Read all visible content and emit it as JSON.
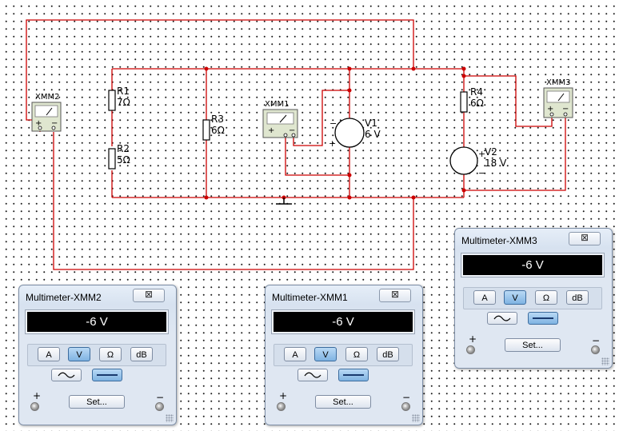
{
  "schematic": {
    "components": {
      "r1": {
        "name": "R1",
        "value": "7Ω"
      },
      "r2": {
        "name": "R2",
        "value": "5Ω"
      },
      "r3": {
        "name": "R3",
        "value": "6Ω"
      },
      "r4": {
        "name": "R4",
        "value": "6Ω"
      },
      "v1": {
        "name": "V1",
        "value": "6 V"
      },
      "v2": {
        "name": "V2",
        "value": "18 V"
      }
    },
    "meters": {
      "xmm1": "XMM1",
      "xmm2": "XMM2",
      "xmm3": "XMM3"
    },
    "wire_color": "#cc0000"
  },
  "panels": [
    {
      "id": "xmm2",
      "title": "Multimeter-XMM2",
      "display": "-6 V",
      "active_mode": "V",
      "active_wave": "dc"
    },
    {
      "id": "xmm1",
      "title": "Multimeter-XMM1",
      "display": "-6 V",
      "active_mode": "V",
      "active_wave": "dc"
    },
    {
      "id": "xmm3",
      "title": "Multimeter-XMM3",
      "display": "-6 V",
      "active_mode": "V",
      "active_wave": "dc"
    }
  ],
  "panel_common": {
    "close_glyph": "⊠",
    "modes": [
      "A",
      "V",
      "Ω",
      "dB"
    ],
    "set_label": "Set...",
    "plus_sign": "+",
    "minus_sign": "−"
  }
}
